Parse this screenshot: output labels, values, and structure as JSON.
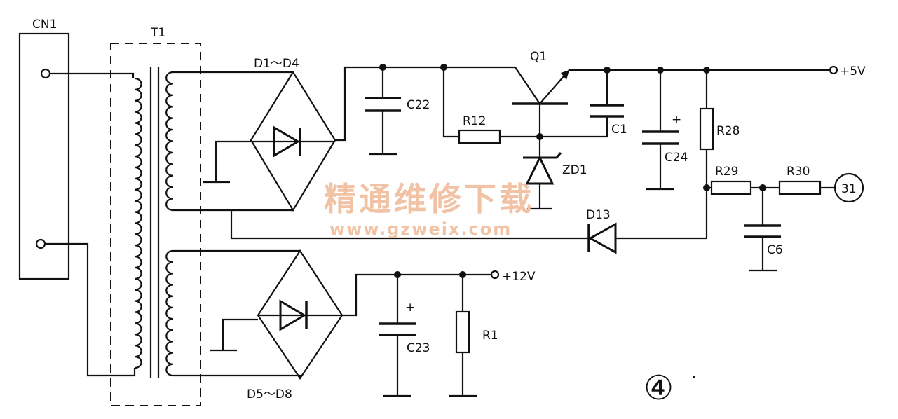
{
  "labels": {
    "cn1": "CN1",
    "t1": "T1",
    "d1_d4": "D1～D4",
    "d5_d8": "D5～D8",
    "q1": "Q1",
    "c22": "C22",
    "r12": "R12",
    "c1": "C1",
    "zd1": "ZD1",
    "c24": "C24",
    "r28": "R28",
    "r29": "R29",
    "r30": "R30",
    "d13": "D13",
    "c6": "C6",
    "c23": "C23",
    "r1": "R1",
    "plus5v": "+5V",
    "plus12v": "+12V",
    "pin31": "31",
    "plus_c24": "+",
    "plus_c23": "+",
    "figure_number": "④"
  },
  "watermark": {
    "line1": "精通维修下载",
    "line2": "www.gzweix.com",
    "color": "#f2c2a5"
  }
}
